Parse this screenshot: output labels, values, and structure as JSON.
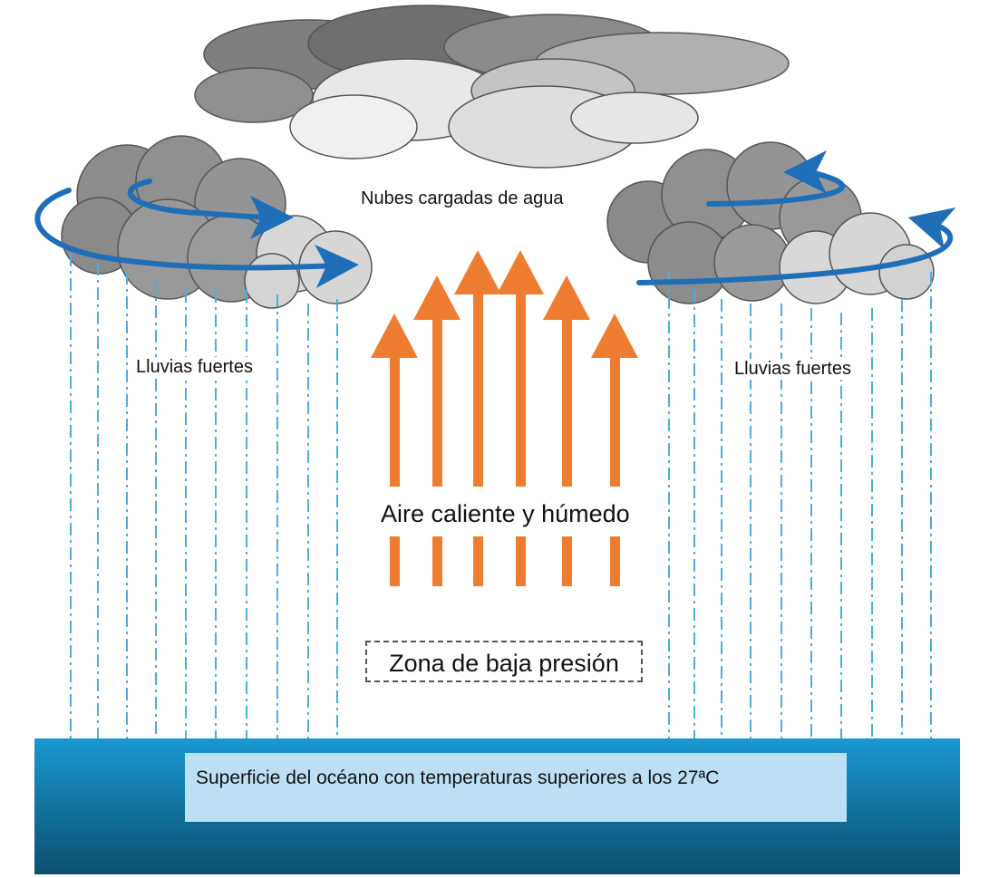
{
  "labels": {
    "clouds": "Nubes cargadas de agua",
    "rain_left": "Lluvias fuertes",
    "rain_right": "Lluvias fuertes",
    "warm_air": "Aire caliente y húmedo",
    "low_pressure": "Zona de baja presión",
    "ocean": "Superficie del océano con temperaturas superiores a los 27ªC"
  },
  "colors": {
    "rotation_arrows": "#1f6fb8",
    "updraft_arrows": "#ee7d31",
    "rain_lines": "#4aaee0",
    "ocean_top": "#1a98d1",
    "ocean_bottom": "#0b4f6f",
    "ocean_label_bg": "#bcdff3",
    "cloud_dark": "#7f7f7f",
    "cloud_mid": "#a6a6a6",
    "cloud_light": "#d9d9d9"
  }
}
